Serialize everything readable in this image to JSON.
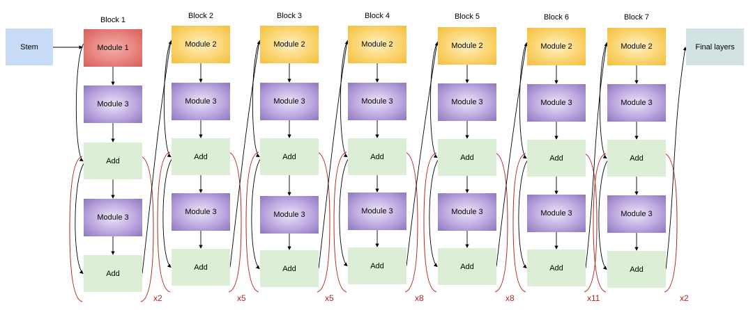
{
  "stem": "Stem",
  "final": "Final layers",
  "blocks": [
    {
      "title": "Block 1",
      "first": "Module 1",
      "mid": "Module 3",
      "add": "Add",
      "rep": "x2"
    },
    {
      "title": "Block 2",
      "first": "Module 2",
      "mid": "Module 3",
      "add": "Add",
      "rep": "x5"
    },
    {
      "title": "Block 3",
      "first": "Module 2",
      "mid": "Module 3",
      "add": "Add",
      "rep": "x5"
    },
    {
      "title": "Block 4",
      "first": "Module 2",
      "mid": "Module 3",
      "add": "Add",
      "rep": "x8"
    },
    {
      "title": "Block 5",
      "first": "Module 2",
      "mid": "Module 3",
      "add": "Add",
      "rep": "x8"
    },
    {
      "title": "Block 6",
      "first": "Module 2",
      "mid": "Module 3",
      "add": "Add",
      "rep": "x11"
    },
    {
      "title": "Block 7",
      "first": "Module 2",
      "mid": "Module 3",
      "add": "Add",
      "rep": "x2"
    }
  ],
  "colors": {
    "module1": "#e07a76",
    "module2": "#f9cd5e",
    "module3": "#a892d0",
    "add": "#dcefd6",
    "stem": "#c9dcf7",
    "final": "#d3e3e4",
    "bracket": "#b3261e"
  }
}
